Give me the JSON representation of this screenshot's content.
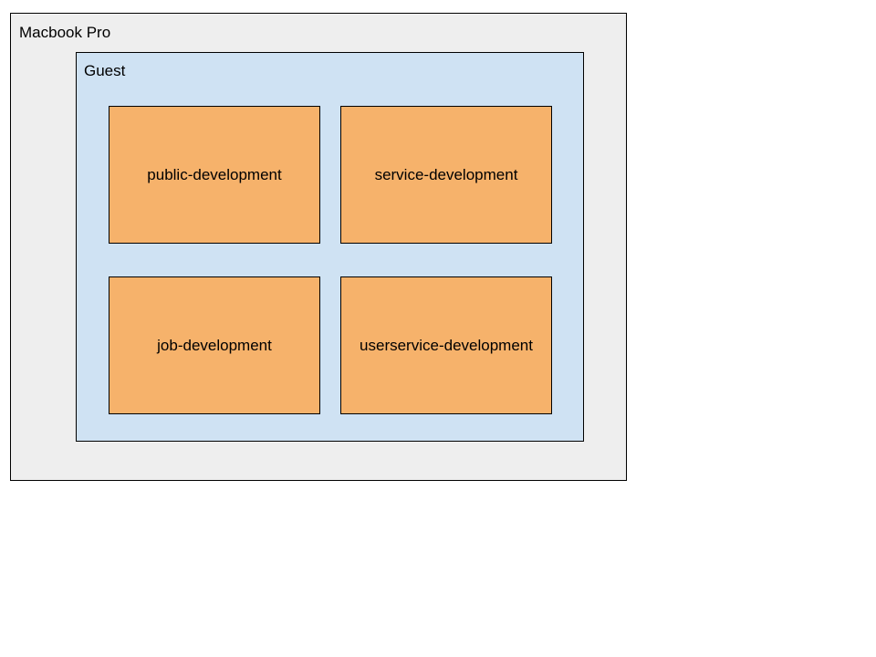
{
  "host": {
    "label": "Macbook Pro",
    "fill_color": "#eeeeee"
  },
  "guest": {
    "label": "Guest",
    "fill_color": "#cfe2f3"
  },
  "environments": {
    "fill_color": "#f6b26b",
    "items": [
      {
        "label": "public-development"
      },
      {
        "label": "service-development"
      },
      {
        "label": "job-development"
      },
      {
        "label": "userservice-development"
      }
    ]
  }
}
